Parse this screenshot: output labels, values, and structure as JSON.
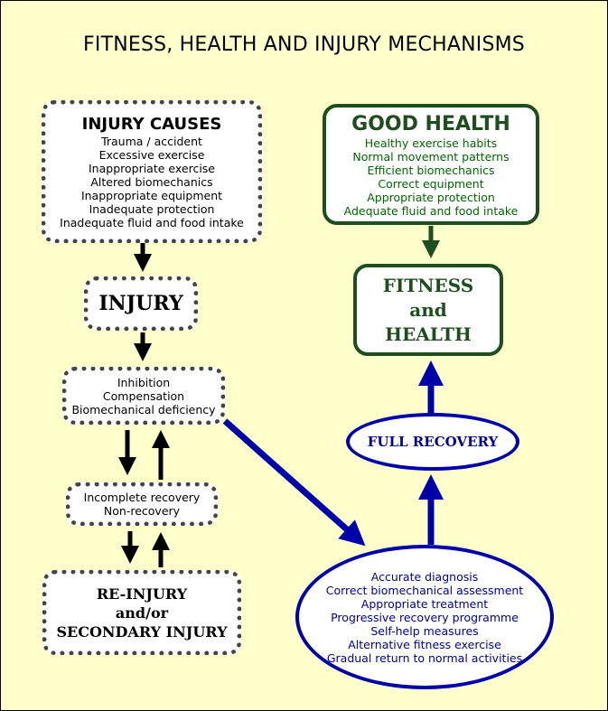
{
  "title": "FITNESS, HEALTH AND INJURY MECHANISMS",
  "injury_causes": {
    "heading": "INJURY CAUSES",
    "items": [
      "Trauma / accident",
      "Excessive exercise",
      "Inappropriate exercise",
      "Altered biomechanics",
      "Inappropriate equipment",
      "Inadequate protection",
      "Inadequate fluid and food intake"
    ]
  },
  "injury": {
    "label": "INJURY"
  },
  "inhibition": {
    "items": [
      "Inhibition",
      "Compensation",
      "Biomechanical deficiency"
    ]
  },
  "incomplete": {
    "items": [
      "Incomplete recovery",
      "Non-recovery"
    ]
  },
  "reinjury": {
    "lines": [
      "RE-INJURY",
      "and/or",
      "SECONDARY INJURY"
    ]
  },
  "good_health": {
    "heading": "GOOD HEALTH",
    "items": [
      "Healthy exercise habits",
      "Normal movement patterns",
      "Efficient biomechanics",
      "Correct equipment",
      "Appropriate protection",
      "Adequate fluid and food intake"
    ]
  },
  "fitness_health": {
    "lines": [
      "FITNESS",
      "and",
      "HEALTH"
    ]
  },
  "full_recovery": {
    "label": "FULL RECOVERY"
  },
  "recovery_steps": {
    "items": [
      "Accurate diagnosis",
      "Correct biomechanical assessment",
      "Appropriate treatment",
      "Progressive recovery programme",
      "Self-help measures",
      "Alternative fitness exercise",
      "Gradual return to normal activities"
    ]
  },
  "colors": {
    "background": "#ffffcc",
    "green": "#1e4d1e",
    "green_text": "#006600",
    "blue": "#0000aa",
    "blue_text": "#000099"
  }
}
